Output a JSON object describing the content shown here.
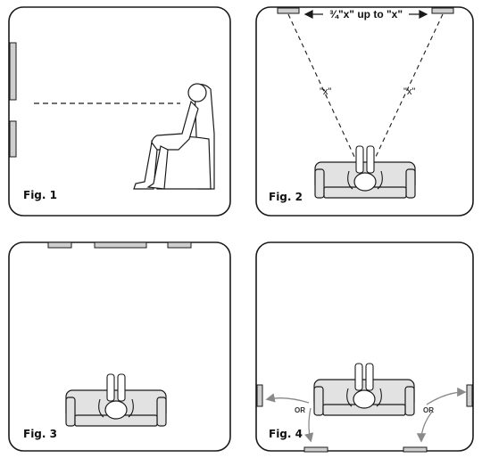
{
  "figures": [
    {
      "label": "Fig. 1"
    },
    {
      "label": "Fig. 2",
      "distance_label": "¾\"x\" up to \"x\"",
      "side_label": "\"x\""
    },
    {
      "label": "Fig. 3"
    },
    {
      "label": "Fig. 4",
      "or_label": "OR"
    }
  ],
  "colors": {
    "line": "#1a1a1a",
    "sofa_fill": "#e2e2e2",
    "speaker_fill": "#cfcfcf",
    "arrow": "#8a8a8a"
  }
}
